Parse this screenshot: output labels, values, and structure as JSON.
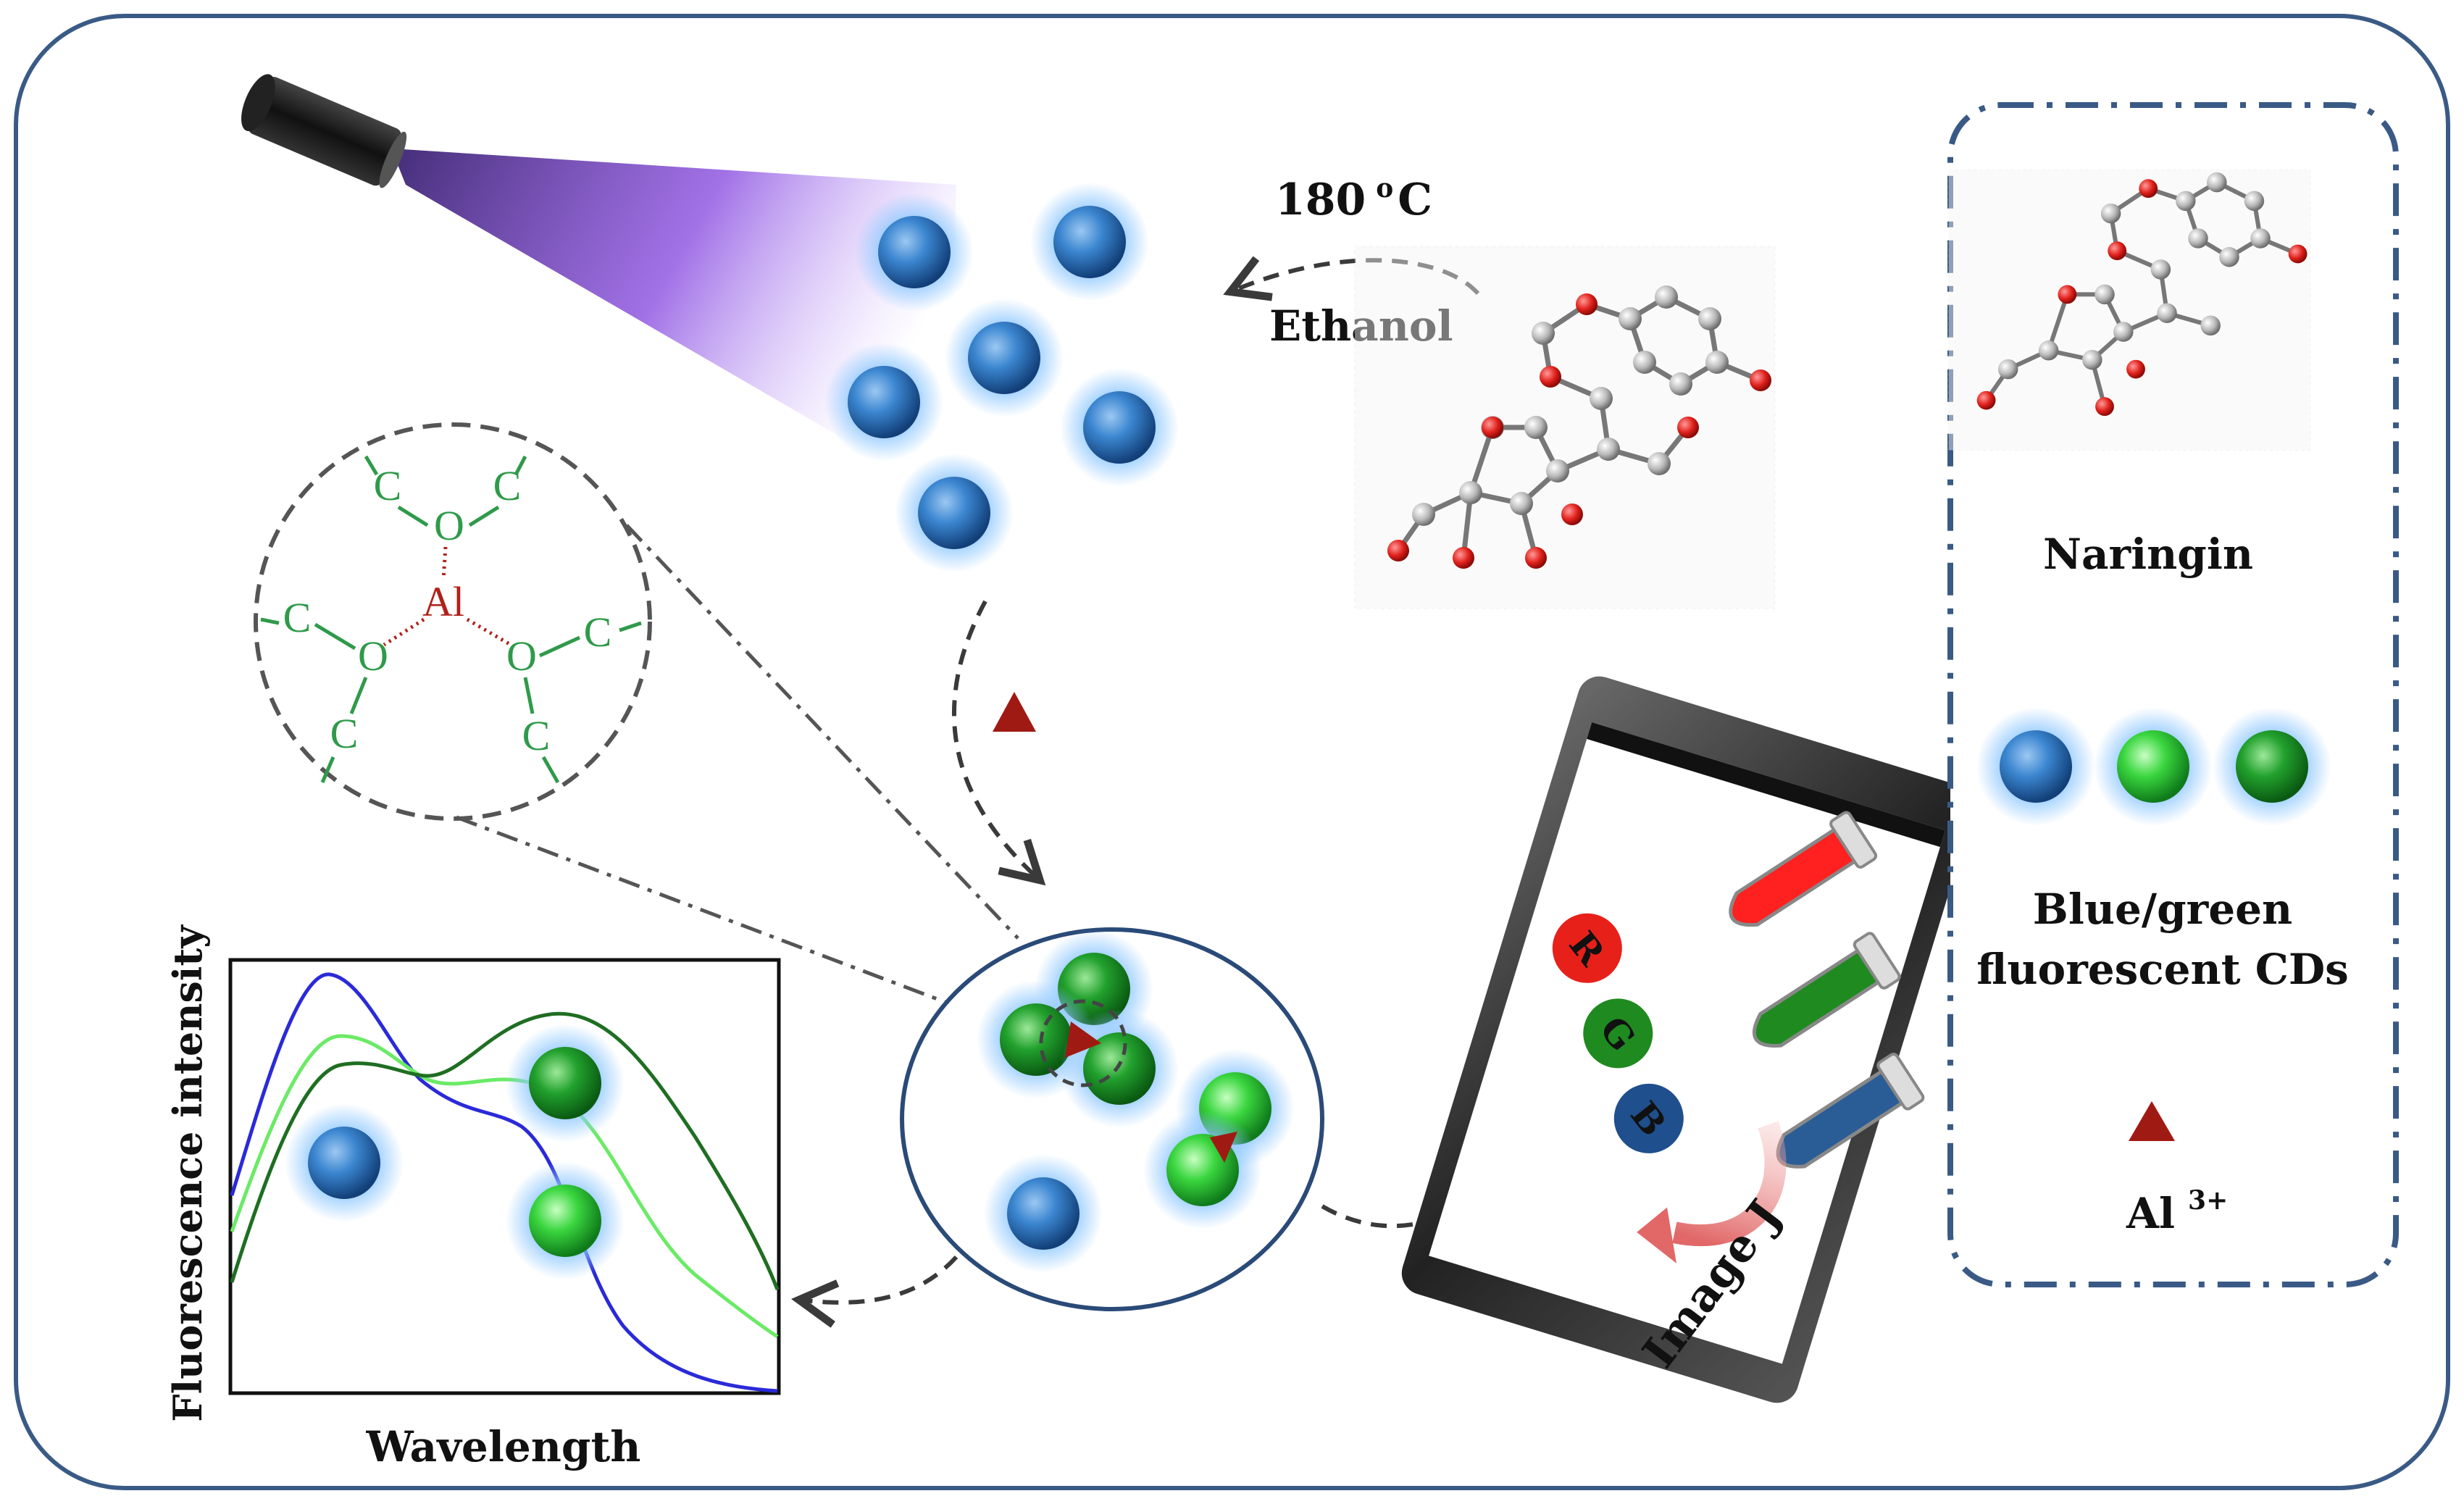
{
  "colors": {
    "frame": "#3a5a86",
    "blue_cd": "#2e73c1",
    "green_cd": "#2fc23a",
    "dark_green_cd": "#1f9a2c",
    "al_ion": "#a01a14",
    "light_beam": "#7a3fd0",
    "chem_green": "#2f9a4a",
    "chem_al": "#b0201a"
  },
  "synthesis": {
    "temperature_value": "180",
    "temperature_sup": "o",
    "temperature_unit": "C",
    "solvent_label": "Ethanol"
  },
  "complex": {
    "carbon": "C",
    "oxygen": "O",
    "aluminum": "Al"
  },
  "spectrum": {
    "xlabel": "Wavelength",
    "ylabel": "Fluorescence intensity"
  },
  "phone": {
    "channels": [
      {
        "letter": "R",
        "color": "#e8201a"
      },
      {
        "letter": "G",
        "color": "#1f8a1f"
      },
      {
        "letter": "B",
        "color": "#1f4f8c"
      }
    ],
    "app_label": "Image J"
  },
  "legend": {
    "naringin_label": "Naringin",
    "cds_label_line1": "Blue/green",
    "cds_label_line2": "fluorescent CDs",
    "al_label": "Al",
    "al_charge": "3+"
  },
  "icons": [
    "uv-lamp-icon",
    "molecule-icon",
    "smartphone-icon",
    "test-tube-icon",
    "triangle-ion-icon"
  ]
}
